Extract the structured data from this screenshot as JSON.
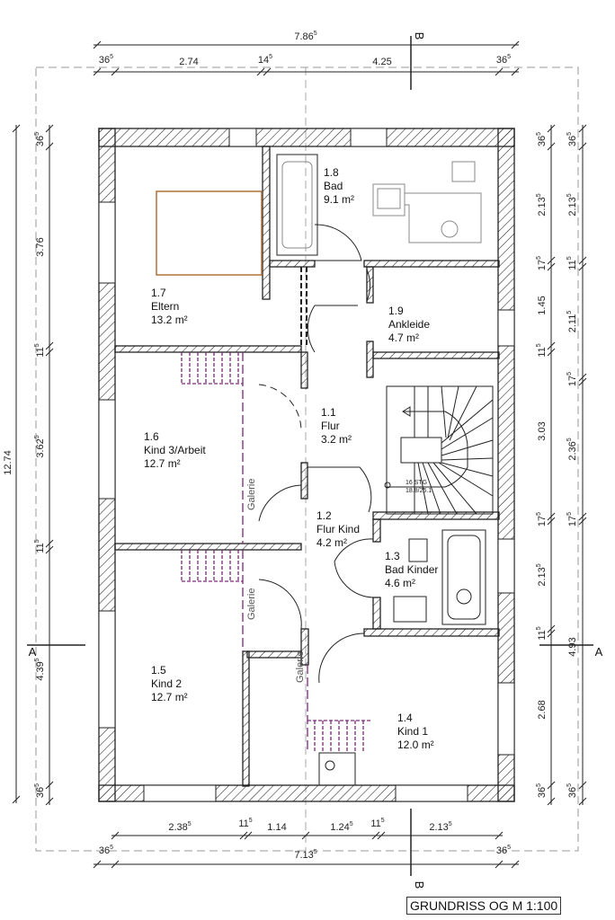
{
  "title": "GRUNDRISS OG M 1:100",
  "section_markers": {
    "a_left": "A",
    "a_right": "A",
    "b_top": "B",
    "b_bottom": "B"
  },
  "rooms": [
    {
      "num": "1.7",
      "name": "Eltern",
      "area": "13.2 m²"
    },
    {
      "num": "1.8",
      "name": "Bad",
      "area": "9.1 m²"
    },
    {
      "num": "1.9",
      "name": "Ankleide",
      "area": "4.7 m²"
    },
    {
      "num": "1.1",
      "name": "Flur",
      "area": "3.2 m²"
    },
    {
      "num": "1.6",
      "name": "Kind 3/Arbeit",
      "area": "12.7 m²"
    },
    {
      "num": "1.2",
      "name": "Flur Kind",
      "area": "4.2 m²"
    },
    {
      "num": "1.3",
      "name": "Bad Kinder",
      "area": "4.6 m²"
    },
    {
      "num": "1.5",
      "name": "Kind 2",
      "area": "12.7 m²"
    },
    {
      "num": "1.4",
      "name": "Kind 1",
      "area": "12.0 m²"
    }
  ],
  "galerie_label": "Galerie",
  "stair": {
    "steps": "16 STG",
    "ratio": "18.8/25.1"
  },
  "dimensions": {
    "top_total": [
      {
        "v": "7.86",
        "s": "5"
      }
    ],
    "top_parts": [
      {
        "v": "36",
        "s": "5"
      },
      {
        "v": "2.74",
        "s": ""
      },
      {
        "v": "14",
        "s": "5"
      },
      {
        "v": "4.25",
        "s": ""
      },
      {
        "v": "36",
        "s": "5"
      }
    ],
    "bottom_parts": [
      {
        "v": "2.38",
        "s": "5"
      },
      {
        "v": "11",
        "s": "5"
      },
      {
        "v": "1.14",
        "s": ""
      },
      {
        "v": "1.24",
        "s": "5"
      },
      {
        "v": "11",
        "s": "5"
      },
      {
        "v": "2.13",
        "s": "5"
      }
    ],
    "bottom_total": [
      {
        "v": "36",
        "s": "5"
      },
      {
        "v": "7.13",
        "s": "5"
      },
      {
        "v": "36",
        "s": "5"
      }
    ],
    "left_total": [
      {
        "v": "12.74",
        "s": ""
      }
    ],
    "left_parts": [
      {
        "v": "36",
        "s": "5"
      },
      {
        "v": "3.76",
        "s": ""
      },
      {
        "v": "11",
        "s": "5"
      },
      {
        "v": "3.62",
        "s": "5"
      },
      {
        "v": "11",
        "s": "5"
      },
      {
        "v": "4.39",
        "s": "5"
      },
      {
        "v": "36",
        "s": "5"
      }
    ],
    "right_inner": [
      {
        "v": "36",
        "s": "5"
      },
      {
        "v": "2.13",
        "s": "5"
      },
      {
        "v": "17",
        "s": "5"
      },
      {
        "v": "1.45",
        "s": ""
      },
      {
        "v": "11",
        "s": "5"
      },
      {
        "v": "3.03",
        "s": ""
      },
      {
        "v": "17",
        "s": "5"
      },
      {
        "v": "2.13",
        "s": "5"
      },
      {
        "v": "11",
        "s": "5"
      },
      {
        "v": "2.68",
        "s": ""
      },
      {
        "v": "36",
        "s": "5"
      }
    ],
    "right_outer": [
      {
        "v": "36",
        "s": "5"
      },
      {
        "v": "2.13",
        "s": "5"
      },
      {
        "v": "11",
        "s": "5"
      },
      {
        "v": "2.11",
        "s": "5"
      },
      {
        "v": "17",
        "s": "5"
      },
      {
        "v": "2.36",
        "s": "5"
      },
      {
        "v": "17",
        "s": "5"
      },
      {
        "v": "4.93",
        "s": ""
      },
      {
        "v": "36",
        "s": "5"
      }
    ]
  },
  "colors": {
    "wall": "#222222",
    "bed": "#b0703a",
    "galerie": "#7a2a7a",
    "dash": "#999999"
  }
}
